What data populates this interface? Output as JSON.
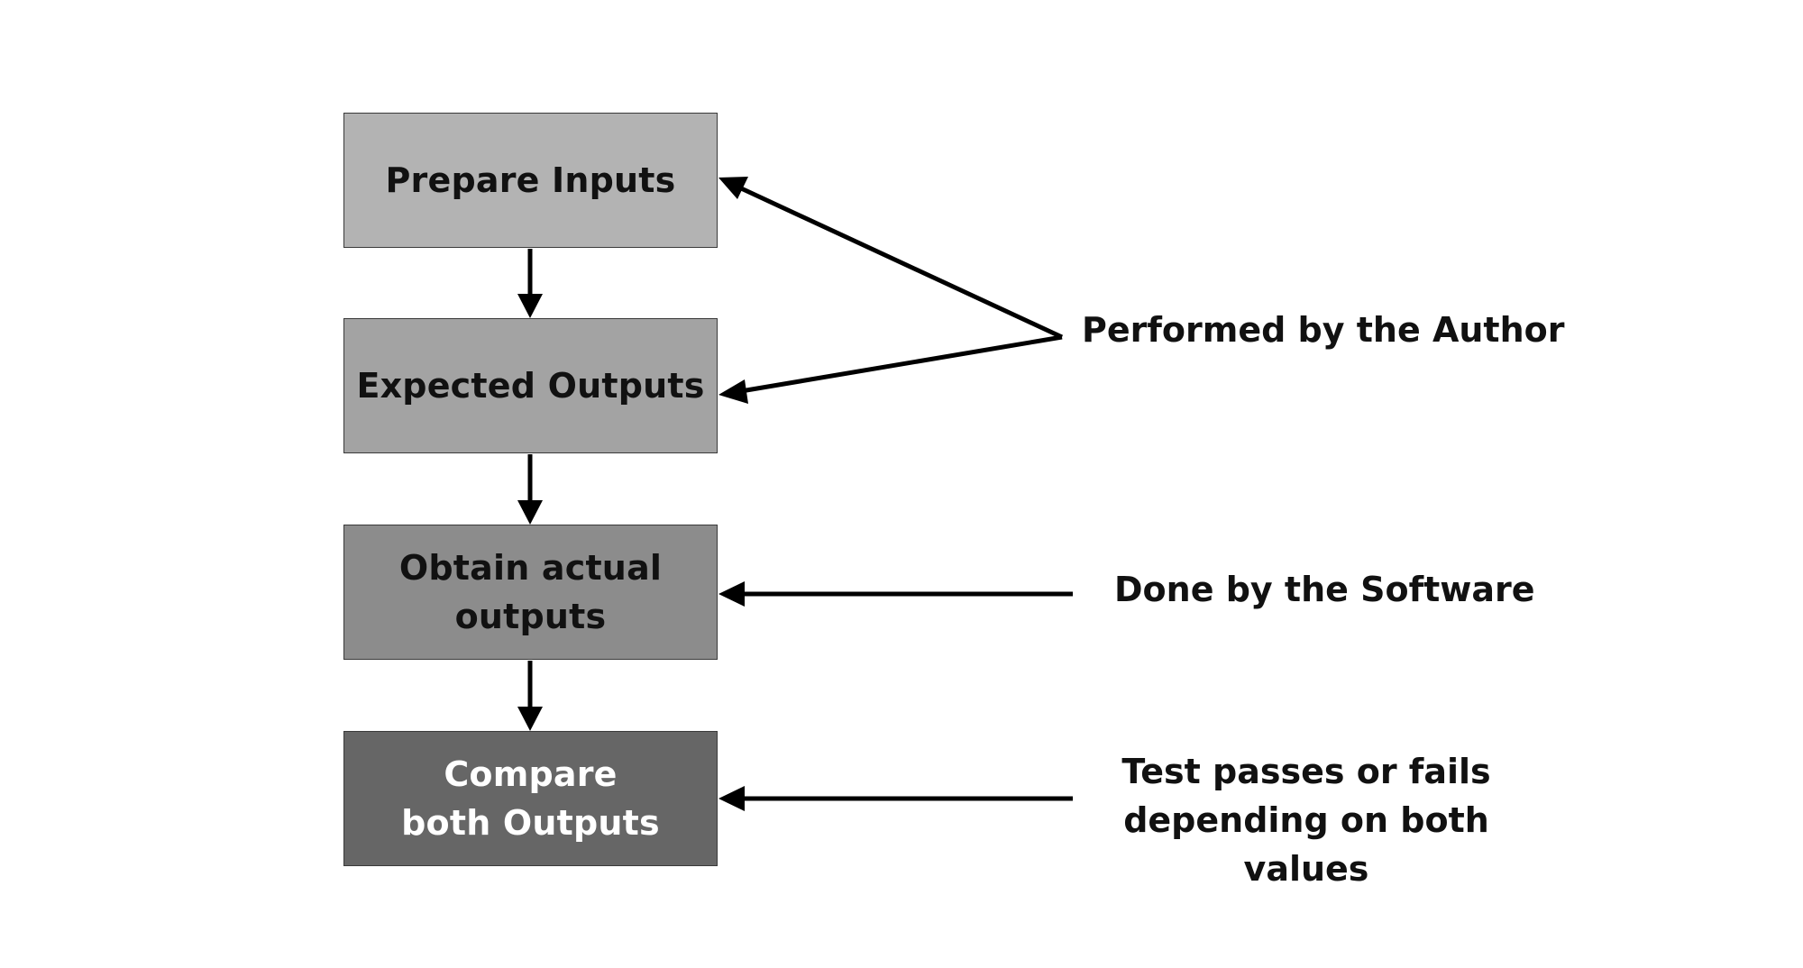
{
  "diagram": {
    "steps": [
      {
        "label": "Prepare Inputs"
      },
      {
        "label": "Expected Outputs"
      },
      {
        "label": "Obtain actual outputs"
      },
      {
        "label": "Compare both Outputs"
      }
    ],
    "annotations": [
      {
        "text": "Performed by the Author"
      },
      {
        "text": "Done by the Software"
      },
      {
        "text": "Test passes or fails depending on both values"
      }
    ],
    "colors": {
      "step1_fill": "#b3b3b3",
      "step2_fill": "#a3a3a3",
      "step3_fill": "#8c8c8c",
      "step4_fill": "#666666",
      "arrow": "#000000"
    }
  }
}
